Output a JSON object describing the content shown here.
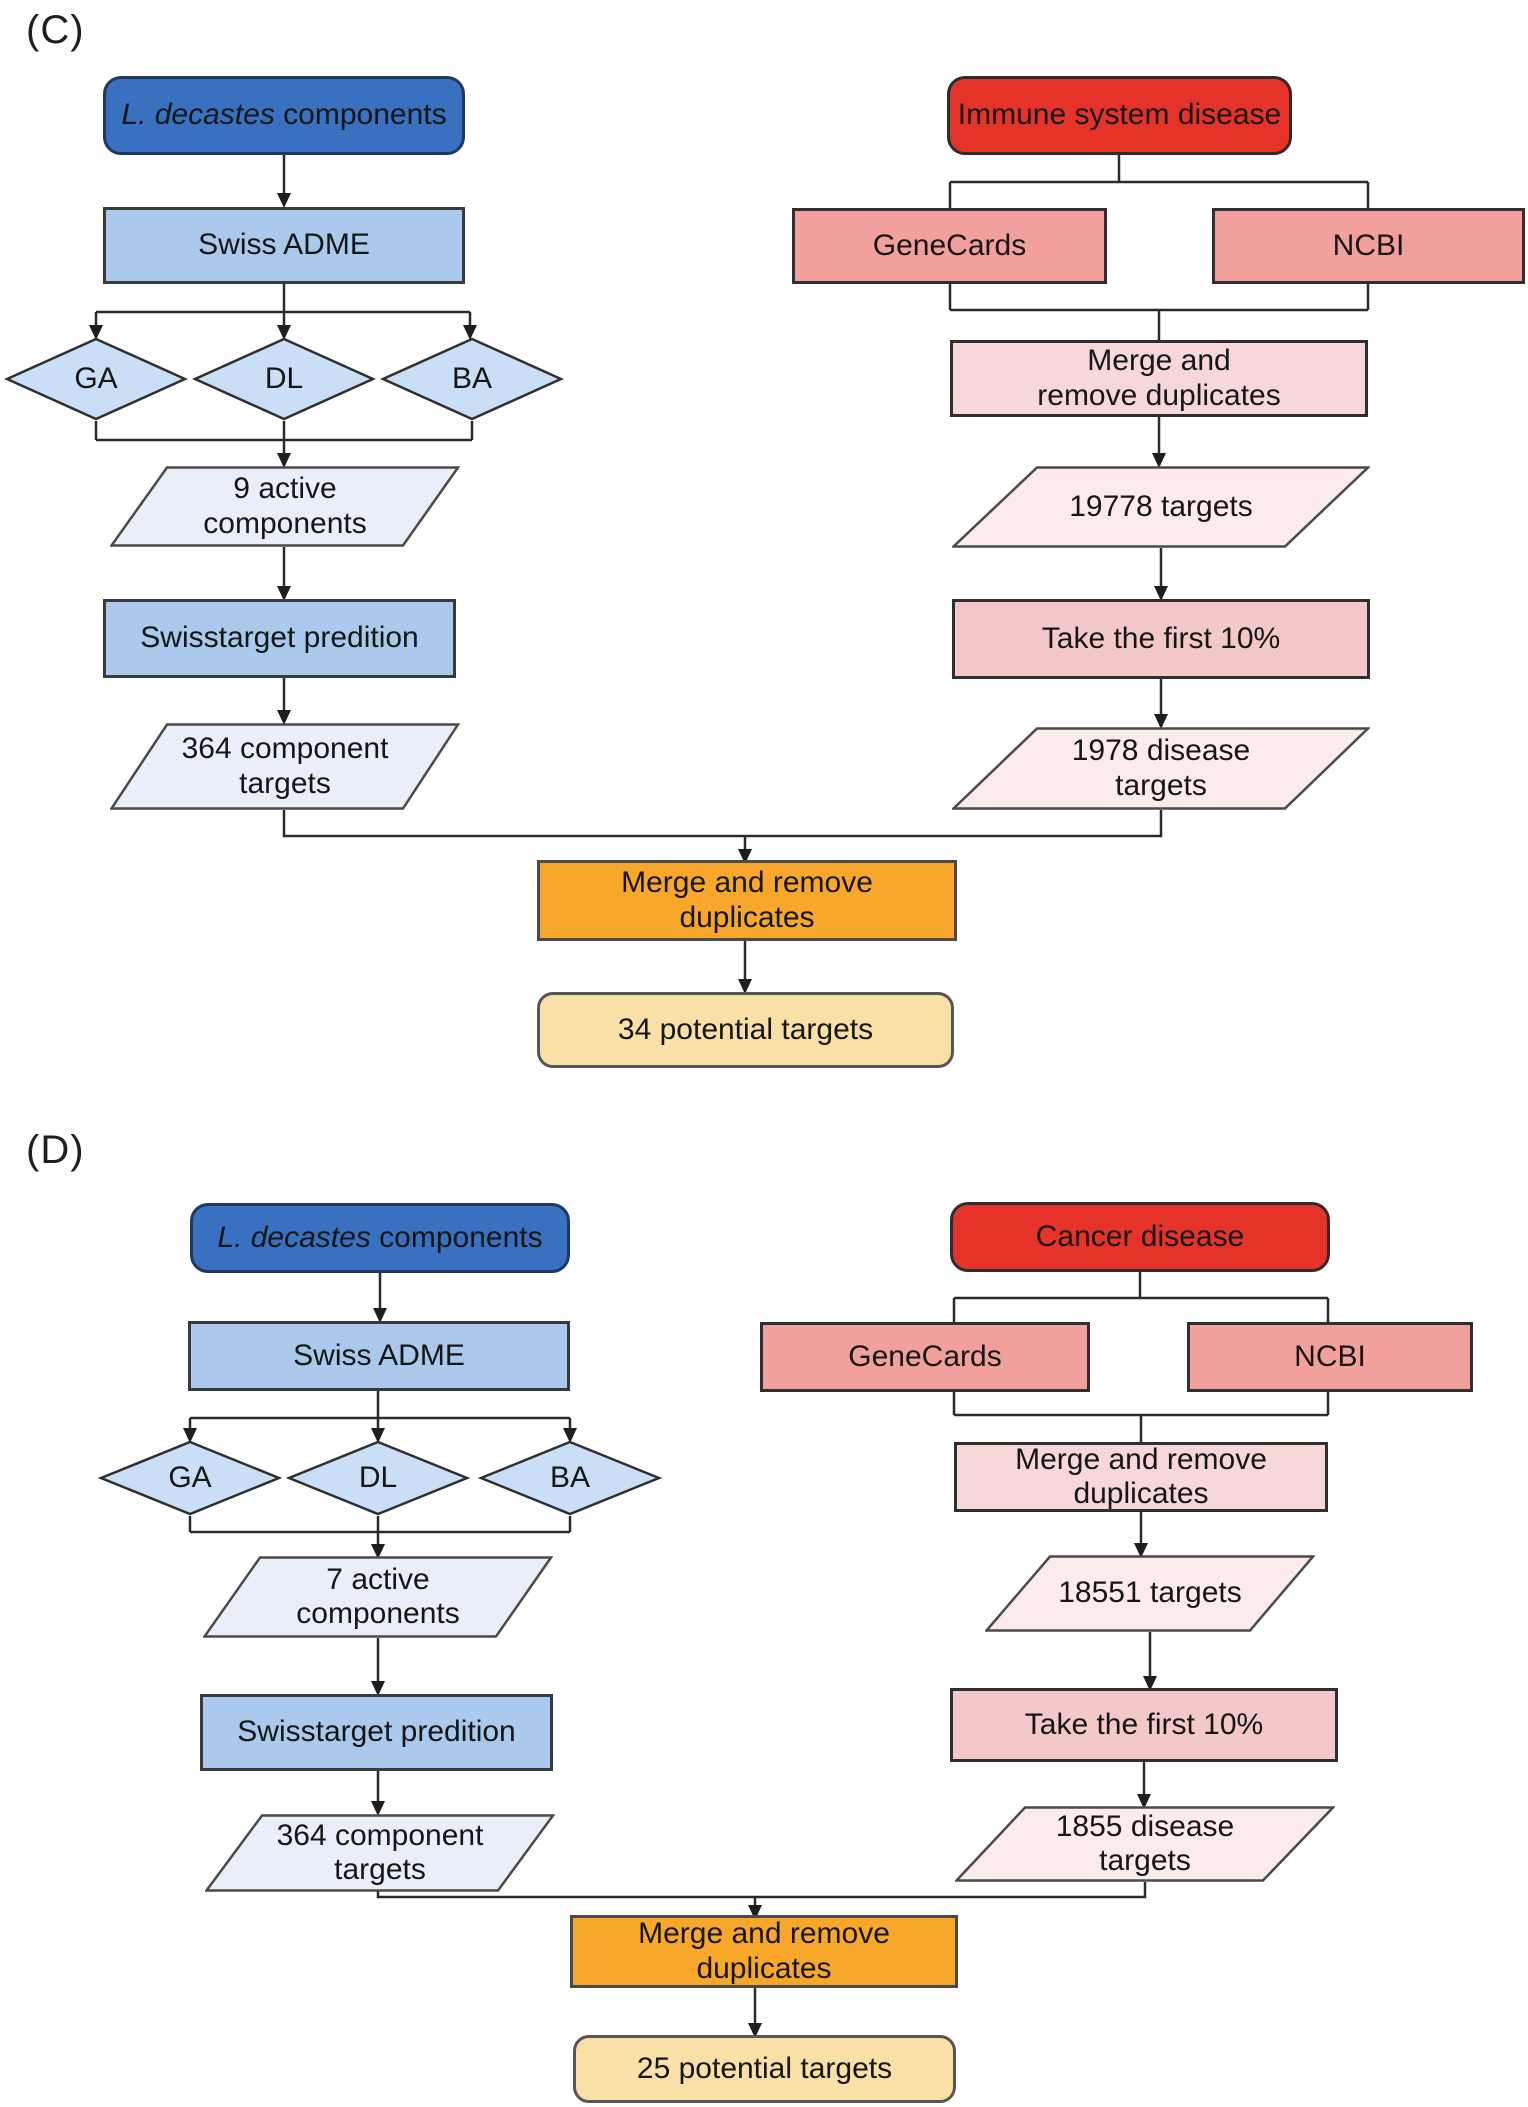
{
  "colors": {
    "dark_blue": "#3a70c0",
    "light_blue": "#aac9ec",
    "diamond_blue": "#cadef5",
    "pale_blue_parallelogram": "#e9eff8",
    "red": "#e63329",
    "salmon": "#f2a09d",
    "pink": "#f6d8d9",
    "strong_pink": "#f4c8c9",
    "pale_pink_parallelogram": "#fbebeb",
    "orange": "#f7a82b",
    "tan": "#f8e0a6",
    "line": "#2b2b2b"
  },
  "panel_c": {
    "label": "(C)",
    "left": {
      "source_species": "L. decastes",
      "source_suffix": " components",
      "screening_tool": "Swiss ADME",
      "criteria": {
        "ga": "GA",
        "dl": "DL",
        "ba": "BA"
      },
      "active_components": {
        "line1": "9 active",
        "line2": "components"
      },
      "prediction_tool": "Swisstarget predition",
      "component_targets": {
        "line1": "364 component",
        "line2": "targets"
      }
    },
    "right": {
      "disease": "Immune system disease",
      "database1": "GeneCards",
      "database2": "NCBI",
      "merge": {
        "line1": "Merge and",
        "line2": "remove duplicates"
      },
      "all_targets": "19778 targets",
      "filter": "Take the first 10%",
      "disease_targets": {
        "line1": "1978 disease",
        "line2": "targets"
      }
    },
    "merge": {
      "line1": "Merge and remove",
      "line2": "duplicates"
    },
    "result": "34 potential targets"
  },
  "panel_d": {
    "label": "(D)",
    "left": {
      "source_species": "L. decastes",
      "source_suffix": " components",
      "screening_tool": "Swiss ADME",
      "criteria": {
        "ga": "GA",
        "dl": "DL",
        "ba": "BA"
      },
      "active_components": {
        "line1": "7 active",
        "line2": "components"
      },
      "prediction_tool": "Swisstarget predition",
      "component_targets": {
        "line1": "364 component",
        "line2": "targets"
      }
    },
    "right": {
      "disease": "Cancer disease",
      "database1": "GeneCards",
      "database2": "NCBI",
      "merge": {
        "line1": "Merge and remove",
        "line2": "duplicates"
      },
      "all_targets": "18551 targets",
      "filter": "Take the first 10%",
      "disease_targets": {
        "line1": "1855 disease",
        "line2": "targets"
      }
    },
    "merge": {
      "line1": "Merge and remove",
      "line2": "duplicates"
    },
    "result": "25 potential targets"
  }
}
